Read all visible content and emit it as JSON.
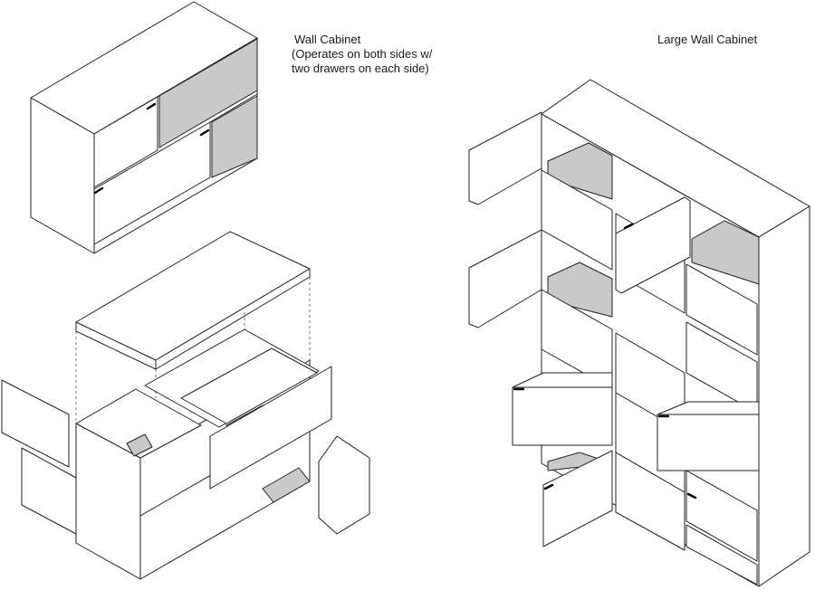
{
  "labels": {
    "wall_cabinet_title": "Wall Cabinet",
    "wall_cabinet_note_line1": "(Operates on both sides w/",
    "wall_cabinet_note_line2": "two drawers on each side)",
    "large_wall_cabinet_title": "Large Wall Cabinet"
  },
  "colors": {
    "line": "#222222",
    "shaded_interior": "#c9c9c9",
    "background": "#ffffff"
  }
}
